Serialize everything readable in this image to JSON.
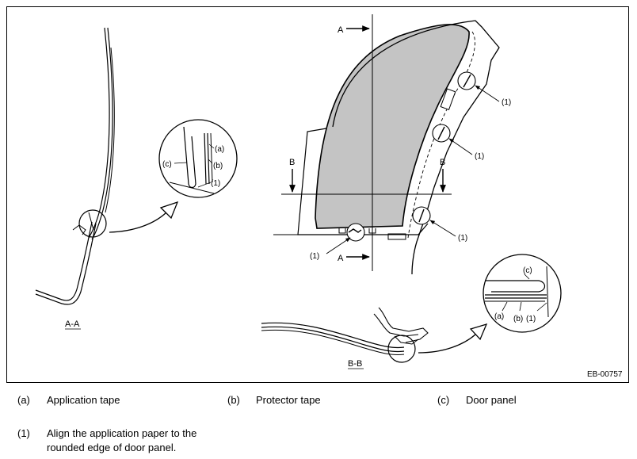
{
  "figure": {
    "code": "EB-00757",
    "views": {
      "aa": "A-A",
      "bb": "B-B"
    },
    "section_marks": {
      "a": "A",
      "b": "B"
    },
    "callouts": {
      "a": "(a)",
      "b": "(b)",
      "c": "(c)",
      "one": "(1)"
    }
  },
  "legend": [
    {
      "code": "(a)",
      "text": "Application tape"
    },
    {
      "code": "(b)",
      "text": "Protector tape"
    },
    {
      "code": "(c)",
      "text": "Door panel"
    }
  ],
  "note": {
    "code": "(1)",
    "line1": "Align the application paper to the",
    "line2": "rounded edge of door panel."
  }
}
